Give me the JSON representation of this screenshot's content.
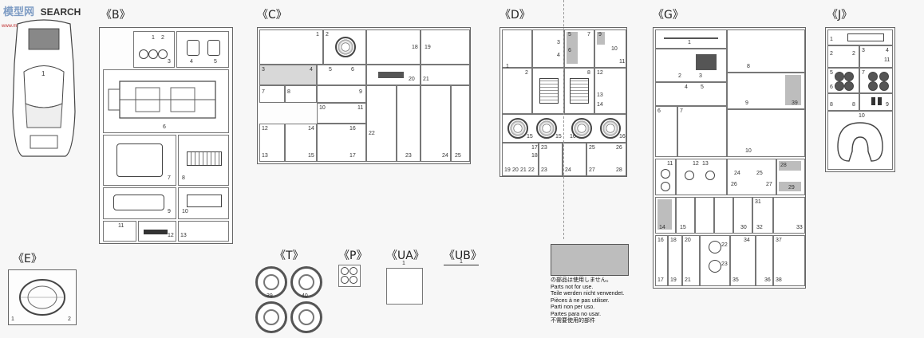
{
  "watermark": {
    "logo": "模型网",
    "text": "SEARCH",
    "url": "www.mx.com"
  },
  "trees": {
    "E": {
      "label": "《E》",
      "parts": [
        "1",
        "2"
      ]
    },
    "B": {
      "label": "《B》",
      "parts": [
        "1",
        "2",
        "3",
        "4",
        "5",
        "6",
        "7",
        "8",
        "9",
        "10",
        "11",
        "12",
        "13"
      ]
    },
    "C": {
      "label": "《C》",
      "parts": [
        "1",
        "2",
        "3",
        "4",
        "5",
        "6",
        "7",
        "8",
        "9",
        "10",
        "11",
        "12",
        "13",
        "14",
        "15",
        "16",
        "17",
        "18",
        "19",
        "20",
        "21",
        "22",
        "23",
        "24",
        "25"
      ]
    },
    "D": {
      "label": "《D》",
      "parts": [
        "1",
        "2",
        "3",
        "4",
        "5",
        "6",
        "7",
        "8",
        "9",
        "10",
        "11",
        "12",
        "13",
        "14",
        "15",
        "16",
        "17",
        "18",
        "19",
        "20",
        "21",
        "22",
        "23",
        "24",
        "25",
        "26",
        "27",
        "28"
      ]
    },
    "G": {
      "label": "《G》",
      "parts": [
        "1",
        "2",
        "3",
        "4",
        "5",
        "6",
        "7",
        "8",
        "9",
        "10",
        "11",
        "12",
        "13",
        "14",
        "15",
        "16",
        "17",
        "18",
        "19",
        "20",
        "21",
        "22",
        "23",
        "24",
        "25",
        "26",
        "27",
        "28",
        "29",
        "30",
        "31",
        "32",
        "33",
        "34",
        "35",
        "36",
        "37",
        "38",
        "39"
      ]
    },
    "J": {
      "label": "《J》",
      "parts": [
        "1",
        "2",
        "3",
        "4",
        "5",
        "6",
        "7",
        "8",
        "9",
        "10",
        "11"
      ]
    },
    "T": {
      "label": "《T》",
      "parts": [
        "39",
        "40"
      ]
    },
    "P": {
      "label": "《P》"
    },
    "UA": {
      "label": "《UA》",
      "part": "1"
    },
    "UB": {
      "label": "《UB》",
      "part": "1"
    }
  },
  "body_part_number": "1",
  "not_for_use": {
    "lines": [
      "の部品は使用しません。",
      "Parts not for use.",
      "Teile werden nicht verwendet.",
      "Pièces à ne pas utiliser.",
      "Parti non per uso.",
      "Partes para no usar.",
      "不需要使用的部件"
    ]
  }
}
